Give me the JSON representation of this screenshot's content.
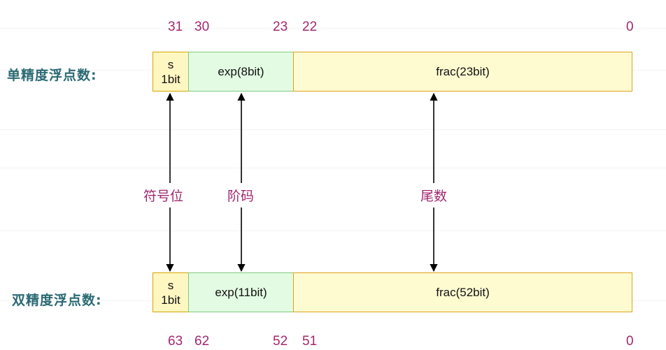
{
  "single": {
    "label": "单精度浮点数:",
    "bits": {
      "b31": "31",
      "b30": "30",
      "b23": "23",
      "b22": "22",
      "b0": "0"
    },
    "sign": {
      "top": "s",
      "bottom": "1bit"
    },
    "exp": "exp(8bit)",
    "frac": "frac(23bit)"
  },
  "double": {
    "label": "双精度浮点数:",
    "bits": {
      "b63": "63",
      "b62": "62",
      "b52": "52",
      "b51": "51",
      "b0": "0"
    },
    "sign": {
      "top": "s",
      "bottom": "1bit"
    },
    "exp": "exp(11bit)",
    "frac": "frac(52bit)"
  },
  "labels": {
    "sign": "符号位",
    "exp": "阶码",
    "frac": "尾数"
  },
  "colors": {
    "label_teal": "#2a6a73",
    "number_magenta": "#a0286f",
    "sign_fill": "#fff7c2",
    "exp_fill": "#e3fbe3",
    "frac_fill": "#fffbd1"
  }
}
